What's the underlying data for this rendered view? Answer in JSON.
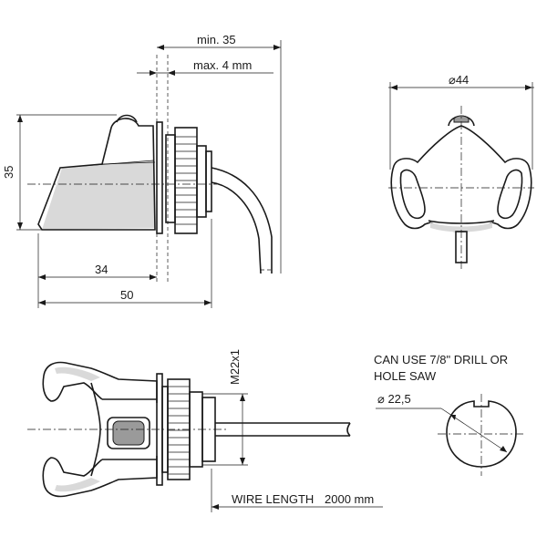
{
  "dimensions": {
    "min_35": "min. 35",
    "max_4mm": "max. 4 mm",
    "d44": "⌀44",
    "h35": "35",
    "w34": "34",
    "w50": "50",
    "thread": "M22x1",
    "d22_5": "⌀ 22,5"
  },
  "notes": {
    "drill_line1": "CAN USE 7/8\" DRILL OR",
    "drill_line2": "HOLE SAW",
    "wire_label": "WIRE LENGTH",
    "wire_value": "2000 mm"
  }
}
